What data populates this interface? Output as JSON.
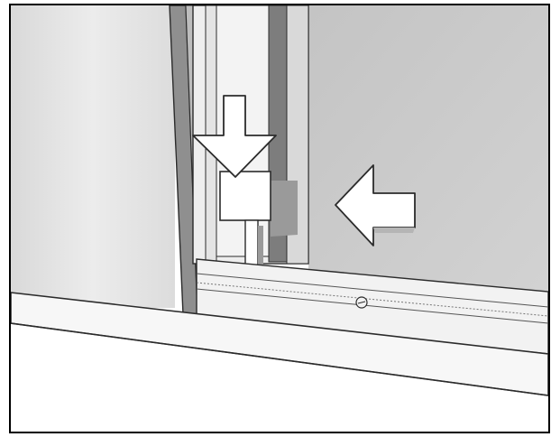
{
  "illustration": {
    "colors": {
      "background": "#ffffff",
      "frame": "#000000",
      "left_panel": "#e1e1e1",
      "left_panel_light": "#ececec",
      "right_panel": "#cbcbcb",
      "wall_edge": "#8a8a8a",
      "track": "#f2f2f2",
      "floor_rail": "#f7f7f7",
      "arrow_fill": "#ffffff",
      "shadow": "#9a9a9a",
      "line": "#2b2b2b"
    },
    "arrows": [
      {
        "direction": "down",
        "meaning": "push-lock-down"
      },
      {
        "direction": "left",
        "meaning": "slide-door-closed"
      }
    ]
  }
}
